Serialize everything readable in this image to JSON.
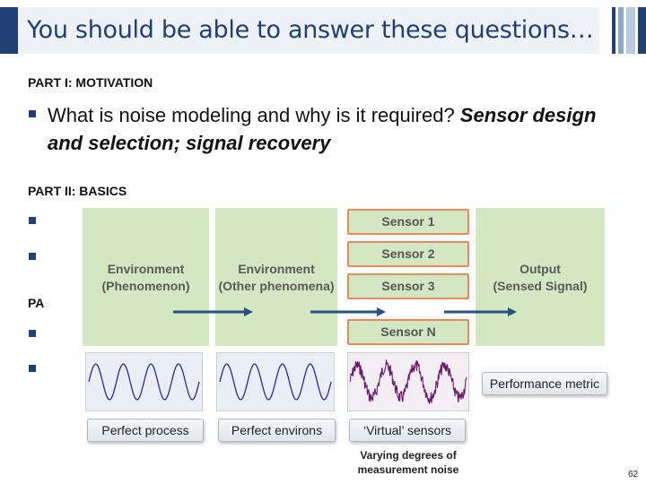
{
  "slide": {
    "title": "You should be able to answer these questions…",
    "page_number": "62"
  },
  "part1": {
    "label": "PART I: MOTIVATION",
    "bullet_plain": "What is noise modeling and why is it required? ",
    "bullet_emph": "Sensor design and selection; signal recovery"
  },
  "part2": {
    "label": "PART II: BASICS"
  },
  "part3": {
    "label_fragment": "PA"
  },
  "diagram": {
    "panel1_line1": "Environment",
    "panel1_line2": "(Phenomenon)",
    "panel2_line1": "Environment",
    "panel2_line2": "(Other phenomena)",
    "panel3_line1": "Output",
    "panel3_line2": "(Sensed Signal)",
    "sensors": [
      "Sensor 1",
      "Sensor 2",
      "Sensor 3",
      "Sensor N"
    ],
    "captions": {
      "perfect_process": "Perfect process",
      "perfect_environs": "Perfect environs",
      "virtual_sensors": "‘Virtual’ sensors",
      "performance_metric": "Performance metric"
    },
    "noise_caption_line1": "Varying degrees of",
    "noise_caption_line2": "measurement noise"
  },
  "colors": {
    "accent": "#1f3f75",
    "panel_green": "#d4e7c3",
    "sensor_border": "#e88a5c",
    "wave_clean": "#2a2a9a",
    "wave_noisy": "#6a1a6a"
  }
}
